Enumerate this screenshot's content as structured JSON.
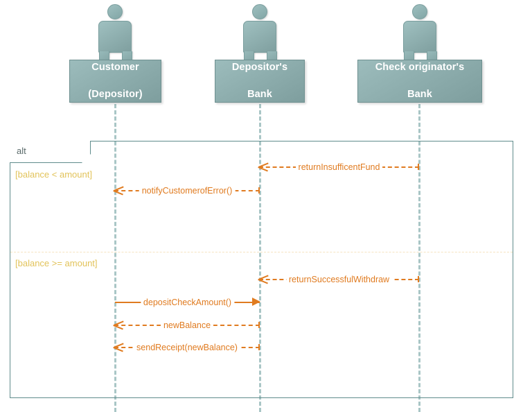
{
  "diagram": {
    "type": "uml-sequence-diagram",
    "colors": {
      "actor_fill": "#8fb0b0",
      "actor_border": "#6e9090",
      "lifeline": "#a9c6c6",
      "frame_border": "#5f8c8c",
      "message": "#e07b20",
      "guard_text": "#e2c35a",
      "fragment_label": "#5a6a6a",
      "background": "#ffffff"
    }
  },
  "participants": [
    {
      "id": "customer",
      "name_line1": "Customer",
      "name_line2": "(Depositor)",
      "icon": "actor-person-icon"
    },
    {
      "id": "depositors_bank",
      "name_line1": "Depositor's",
      "name_line2": "Bank",
      "icon": "actor-person-icon"
    },
    {
      "id": "check_originators_bank",
      "name_line1": "Check originator's",
      "name_line2": "Bank",
      "icon": "actor-person-icon"
    }
  ],
  "fragment": {
    "operator": "alt",
    "operands": [
      {
        "guard": "[balance < amount]"
      },
      {
        "guard": "[balance >= amount]"
      }
    ]
  },
  "messages": [
    {
      "label": "returnInsufficentFund",
      "from": "check_originators_bank",
      "to": "depositors_bank",
      "kind": "return",
      "line": "dashed",
      "arrow": "open-left",
      "operand": 0
    },
    {
      "label": "notifyCustomerofError()",
      "from": "depositors_bank",
      "to": "customer",
      "kind": "return",
      "line": "dashed",
      "arrow": "open-left",
      "operand": 0
    },
    {
      "label": "returnSuccessfulWithdraw",
      "from": "check_originators_bank",
      "to": "depositors_bank",
      "kind": "return",
      "line": "dashed",
      "arrow": "open-left",
      "operand": 1
    },
    {
      "label": "depositCheckAmount()",
      "from": "customer",
      "to": "depositors_bank",
      "kind": "call",
      "line": "solid",
      "arrow": "filled-right",
      "operand": 1
    },
    {
      "label": "newBalance",
      "from": "depositors_bank",
      "to": "customer",
      "kind": "return",
      "line": "dashed",
      "arrow": "open-left",
      "operand": 1
    },
    {
      "label": "sendReceipt(newBalance)",
      "from": "depositors_bank",
      "to": "customer",
      "kind": "return",
      "line": "dashed",
      "arrow": "open-left",
      "operand": 1
    }
  ]
}
